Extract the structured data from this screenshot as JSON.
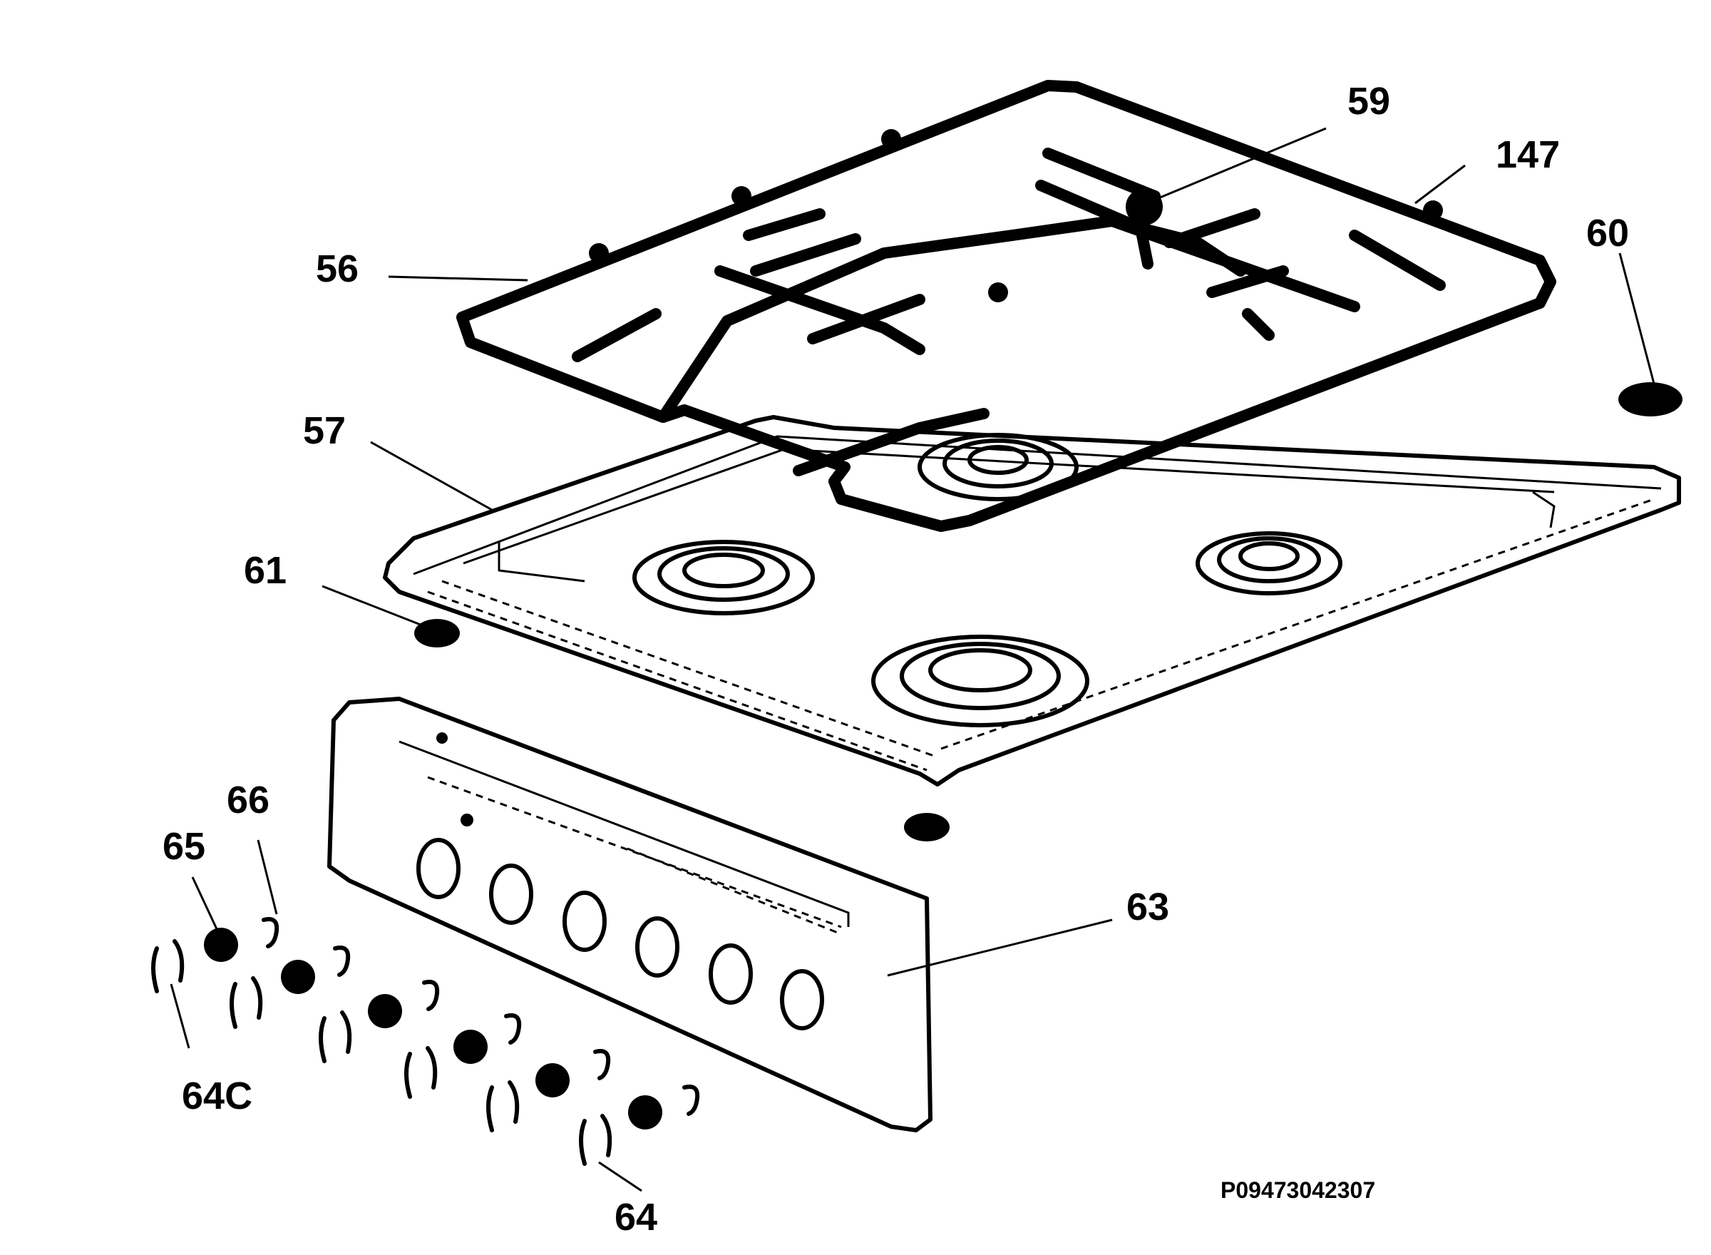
{
  "diagram": {
    "document_code": "P09473042307",
    "callouts": {
      "c56": "56",
      "c57": "57",
      "c59": "59",
      "c147": "147",
      "c60": "60",
      "c61": "61",
      "c63": "63",
      "c66": "66",
      "c65": "65",
      "c64c": "64C",
      "c64": "64"
    }
  }
}
